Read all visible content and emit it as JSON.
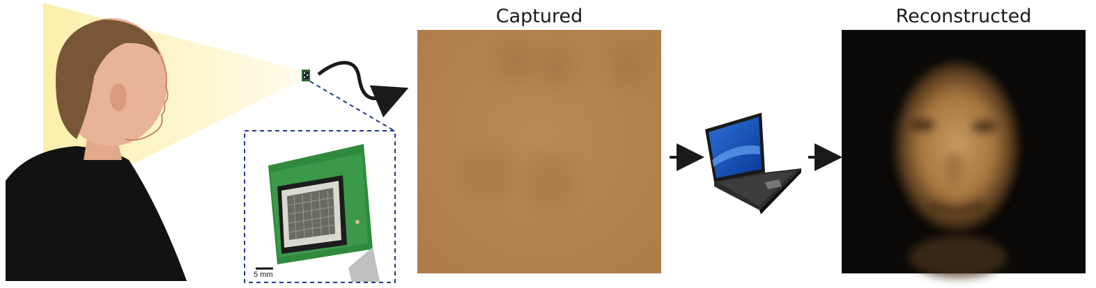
{
  "panels": {
    "captured_title": "Captured",
    "reconstructed_title": "Reconstructed"
  },
  "sensor_inset": {
    "scale_bar_label": "5 mm"
  },
  "icons": {
    "person": "person-silhouette",
    "sensor": "sensor-chip",
    "laptop": "laptop-icon",
    "arrow": "arrow-right-icon",
    "curvy_arrow": "wavy-arrow-icon"
  },
  "colors": {
    "light_cone": "#fbf0b0",
    "captured_fill": "#b98553",
    "reconstruction_bg": "#0b0a08",
    "inset_border": "#1f3a8f",
    "pcb_green": "#2f8a3e"
  }
}
